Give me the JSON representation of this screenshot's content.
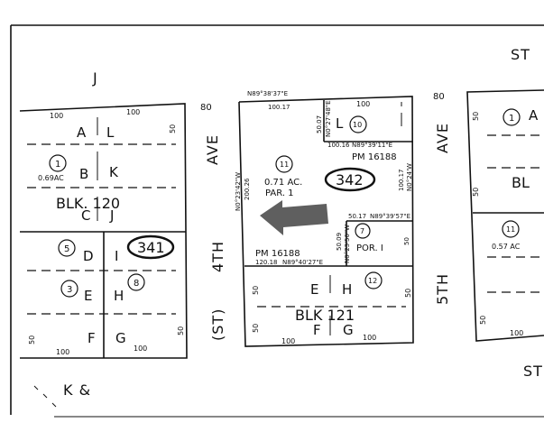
{
  "streets": {
    "st_top_right": "ST",
    "st_bottom_right": "ST",
    "ave_left": "AVE",
    "ave_right": "AVE",
    "fourth": "4TH",
    "fifth": "5TH",
    "st_paren": "(ST)",
    "letter_j": "J",
    "k_and": "K &"
  },
  "left_block": {
    "dims_top": [
      "100",
      "100"
    ],
    "dim_side": "50",
    "lots": [
      "A",
      "L",
      "B",
      "K",
      "C",
      "J",
      "D",
      "I",
      "E",
      "H",
      "F",
      "G"
    ],
    "parcels": [
      "1",
      "5",
      "3",
      "8"
    ],
    "area": "0.69AC",
    "block_label": "BLK. 120",
    "page_badge": "341",
    "dim_bottom": "100",
    "dim_side_bottom": "50"
  },
  "center_block": {
    "width_label": "80",
    "bearing_top": "N89°38'37\"E",
    "dim_top_left": "100.17",
    "dim_top_right": "100",
    "lot_l": "L",
    "parcel_10": "10",
    "dim_l_left": "50.07",
    "bearing_l_side": "N0°27'48\"E",
    "dim_l_bottom": "100.16",
    "bearing_l_bottom": "N89°39'11\"E",
    "pm_top": "PM 16188",
    "parcel_11": "11",
    "area_11": "0.71 AC.",
    "par_1": "PAR. 1",
    "bearing_left": "N0°23'42\"W",
    "dim_left": "200.26",
    "page_badge": "342",
    "dim_right": "100.17",
    "bearing_right": "N0°24'W",
    "dim_por": "50.17",
    "bearing_por": "N89°39'57\"E",
    "dim_por_left": "50.09",
    "bearing_por_left": "N0°23'50\"W",
    "parcel_7": "7",
    "por_label": "POR. I",
    "dim_por_right": "50",
    "pm_bottom": "PM 16188",
    "dim_bottom_left": "120.18",
    "bearing_bottom": "N89°40'27\"E",
    "lots": [
      "E",
      "H",
      "F",
      "G"
    ],
    "parcel_12": "12",
    "block_label": "BLK 121",
    "dim_side": "50",
    "dim_bottom": [
      "100",
      "100"
    ]
  },
  "right_block": {
    "width_label": "80",
    "dims_top": [
      "50",
      "50"
    ],
    "parcel_1": "1",
    "lot_a": "A",
    "block_label": "BL",
    "parcel_11": "11",
    "area": "0.57 AC",
    "dims_bottom": [
      "50",
      "100"
    ]
  },
  "arrow_color": "#5f5f5f"
}
